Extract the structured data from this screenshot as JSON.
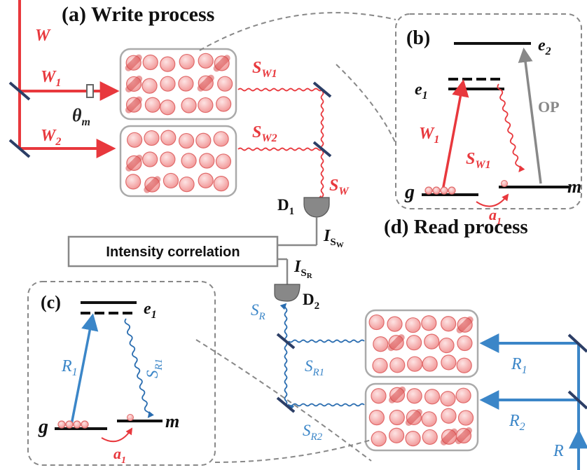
{
  "colors": {
    "red": "#e8383d",
    "blue": "#3b86c8",
    "dark_blue": "#2c3e66",
    "gray": "#888888",
    "atom_fill": "#f8b8b8",
    "atom_stroke": "#e06a6a",
    "box_stroke": "#aaaaaa",
    "detector": "#888888"
  },
  "panels": {
    "a": "(a) Write  process",
    "b": "(b)",
    "c": "(c)",
    "d": "(d) Read  process"
  },
  "write": {
    "W": "W",
    "W1": {
      "base": "W",
      "sub": "1"
    },
    "W2": {
      "base": "W",
      "sub": "2"
    },
    "theta": {
      "base": "θ",
      "sub": "m"
    },
    "SW1": {
      "base": "S",
      "sub": "W1"
    },
    "SW2": {
      "base": "S",
      "sub": "W2"
    },
    "SW": {
      "base": "S",
      "sub": "W"
    }
  },
  "detectors": {
    "D1": {
      "base": "D",
      "sub": "1"
    },
    "D2": {
      "base": "D",
      "sub": "2"
    }
  },
  "correlation": {
    "box_label": "Intensity correlation",
    "ISW": {
      "base": "I",
      "sub": "S",
      "subsub": "W"
    },
    "ISR": {
      "base": "I",
      "sub": "S",
      "subsub": "R"
    }
  },
  "level_b": {
    "e2": {
      "base": "e",
      "sub": "2"
    },
    "e1": {
      "base": "e",
      "sub": "1"
    },
    "g": "g",
    "m": "m",
    "OP": "OP",
    "W1": {
      "base": "W",
      "sub": "1"
    },
    "SW1": {
      "base": "S",
      "sub": "W1"
    },
    "a1": {
      "base": "a",
      "sub": "1"
    }
  },
  "level_c": {
    "e1": {
      "base": "e",
      "sub": "1"
    },
    "g": "g",
    "m": "m",
    "R1": {
      "base": "R",
      "sub": "1"
    },
    "SR1": {
      "base": "S",
      "sub": "R1"
    },
    "a1": {
      "base": "a",
      "sub": "1"
    }
  },
  "read": {
    "SR": {
      "base": "S",
      "sub": "R"
    },
    "SR1": {
      "base": "S",
      "sub": "R1"
    },
    "SR2": {
      "base": "S",
      "sub": "R2"
    },
    "R1": {
      "base": "R",
      "sub": "1"
    },
    "R2": {
      "base": "R",
      "sub": "2"
    },
    "R": "R"
  }
}
